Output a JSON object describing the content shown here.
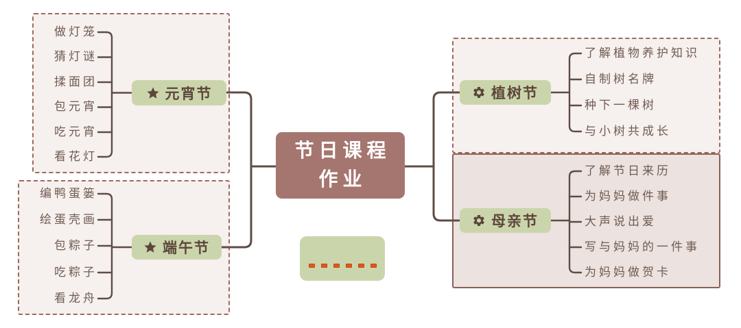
{
  "root": {
    "line1": "节日课程",
    "line2": "作业"
  },
  "branches": {
    "yuanxiao": {
      "label": "元宵节",
      "icon": "star-icon",
      "items": [
        "做灯笼",
        "猜灯谜",
        "揉面团",
        "包元宵",
        "吃元宵",
        "看花灯"
      ]
    },
    "duanwu": {
      "label": "端午节",
      "icon": "star-icon",
      "items": [
        "编鸭蛋篓",
        "绘蛋壳画",
        "包粽子",
        "吃粽子",
        "看龙舟"
      ]
    },
    "zhishu": {
      "label": "植树节",
      "icon": "gear-icon",
      "items": [
        "了解植物养护知识",
        "自制树名牌",
        "种下一棵树",
        "与小树共成长"
      ]
    },
    "muqin": {
      "label": "母亲节",
      "icon": "gear-icon",
      "items": [
        "了解节日来历",
        "为妈妈做件事",
        "大声说出爱",
        "写与妈妈的一件事",
        "为妈妈做贺卡"
      ]
    }
  },
  "ellipsis": {
    "dash_count": 6
  },
  "colors": {
    "root_fill": "#a5766f",
    "root_text": "#ffffff",
    "node_fill": "#cbd5ac",
    "node_text": "#5d473b",
    "item_text": "#6f5c53",
    "connector": "#5e4c46",
    "group_fill": "#f6f0ee",
    "group_fill_muqin": "#ece2df",
    "group_border_dashed": "#9a6b5c",
    "group_border_solid": "#8a6157",
    "ellipsis_dash": "#e2561b"
  }
}
